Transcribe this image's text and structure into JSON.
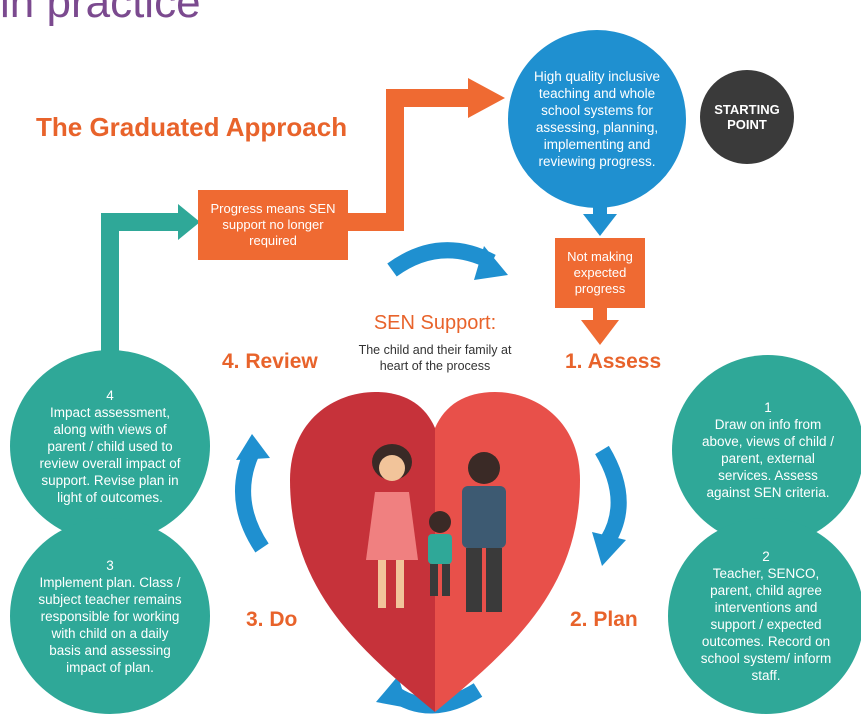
{
  "heading": "in practice",
  "title": "The Graduated Approach",
  "start_circle": {
    "text": "High quality inclusive teaching and whole school systems for assessing, planning, implementing and reviewing progress."
  },
  "starting_point": {
    "line1": "STARTING",
    "line2": "POINT"
  },
  "progress_box": "Progress means SEN support no longer required",
  "not_making_box": "Not making expected progress",
  "center": {
    "title": "SEN Support:",
    "subtitle": "The child and their family at heart of the process"
  },
  "steps": {
    "assess": {
      "label": "1. Assess",
      "number": "1",
      "text": "Draw on info from above, views of child / parent, external services. Assess against SEN criteria."
    },
    "plan": {
      "label": "2. Plan",
      "number": "2",
      "text": "Teacher, SENCO, parent, child agree interventions and support / expected outcomes. Record on school system/ inform staff."
    },
    "do": {
      "label": "3. Do",
      "number": "3",
      "text": "Implement plan. Class / subject teacher remains responsible for working with child on a daily basis and assessing impact of plan."
    },
    "review": {
      "label": "4. Review",
      "number": "4",
      "text": "Impact assessment, along with views of parent / child used to review overall impact of support. Revise plan in light of outcomes."
    }
  },
  "colors": {
    "orange": "#ef6a32",
    "teal": "#2fa898",
    "blue": "#1f90d0",
    "heart_left": "#c6323a",
    "heart_right": "#e8504a",
    "dark": "#3a3a3a"
  }
}
